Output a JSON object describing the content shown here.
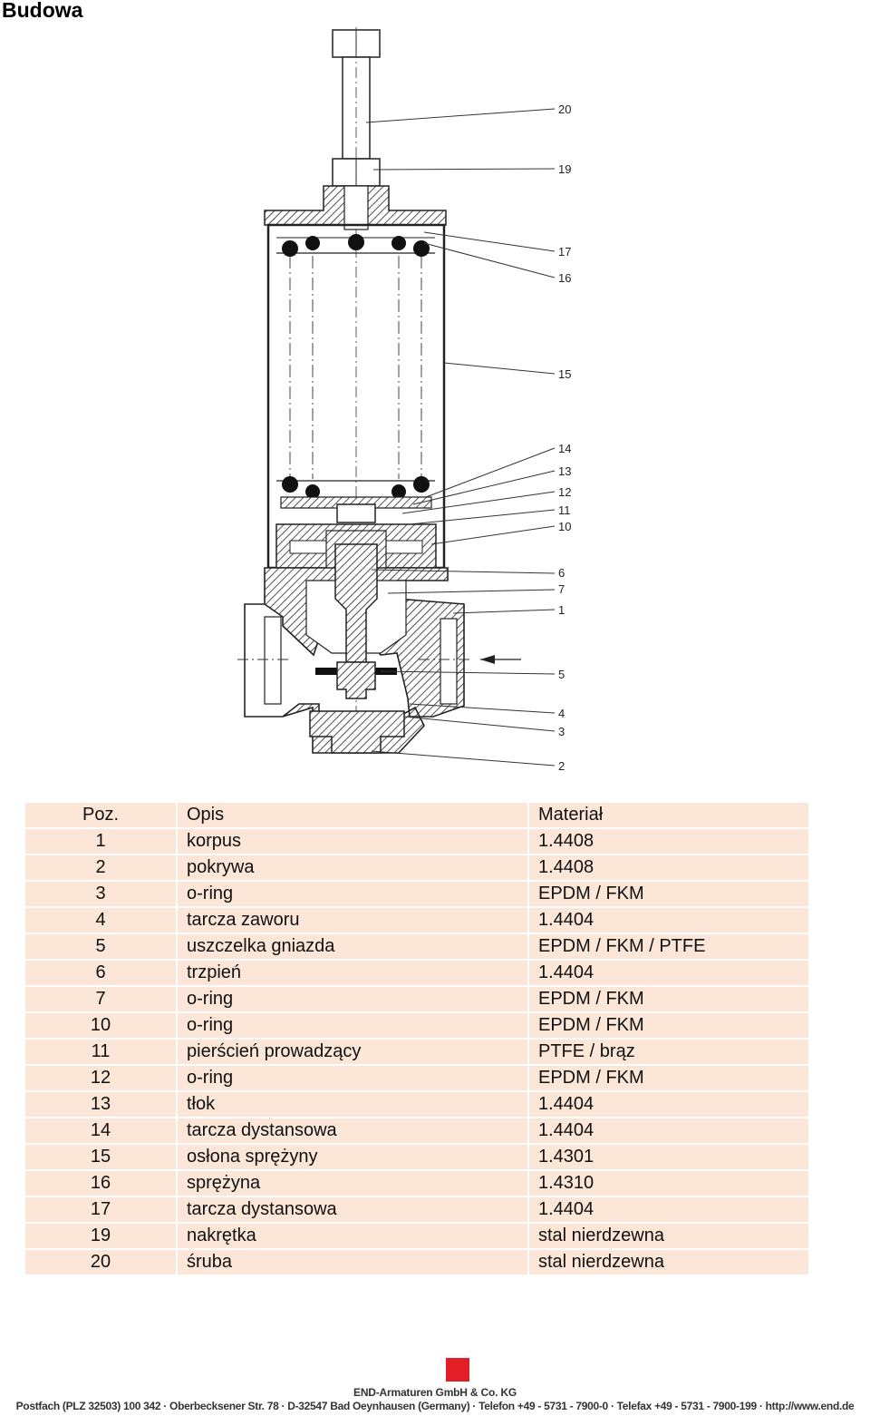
{
  "page_title": "Budowa",
  "drawing": {
    "callouts": [
      "20",
      "19",
      "17",
      "16",
      "15",
      "14",
      "13",
      "12",
      "11",
      "10",
      "6",
      "7",
      "1",
      "5",
      "4",
      "3",
      "2"
    ]
  },
  "table": {
    "headers": [
      "Poz.",
      "Opis",
      "Materiał"
    ],
    "rows": [
      [
        "1",
        "korpus",
        "1.4408"
      ],
      [
        "2",
        "pokrywa",
        "1.4408"
      ],
      [
        "3",
        "o-ring",
        "EPDM / FKM"
      ],
      [
        "4",
        "tarcza zaworu",
        "1.4404"
      ],
      [
        "5",
        "uszczelka gniazda",
        "EPDM / FKM / PTFE"
      ],
      [
        "6",
        "trzpień",
        "1.4404"
      ],
      [
        "7",
        "o-ring",
        "EPDM / FKM"
      ],
      [
        "10",
        "o-ring",
        "EPDM / FKM"
      ],
      [
        "11",
        "pierścień prowadzący",
        "PTFE / brąz"
      ],
      [
        "12",
        "o-ring",
        "EPDM / FKM"
      ],
      [
        "13",
        "tłok",
        "1.4404"
      ],
      [
        "14",
        "tarcza dystansowa",
        "1.4404"
      ],
      [
        "15",
        "osłona sprężyny",
        "1.4301"
      ],
      [
        "16",
        "sprężyna",
        "1.4310"
      ],
      [
        "17",
        "tarcza dystansowa",
        "1.4404"
      ],
      [
        "19",
        "nakrętka",
        "stal nierdzewna"
      ],
      [
        "20",
        "śruba",
        "stal nierdzewna"
      ]
    ]
  },
  "footer": {
    "company": "END-Armaturen GmbH & Co. KG",
    "address": "Postfach (PLZ 32503) 100 342 · Oberbecksener Str. 78 · D-32547 Bad Oeynhausen (Germany) · Telefon +49 - 5731 - 7900-0 · Telefax +49 - 5731 - 7900-199 · http://www.end.de",
    "logo_color": "#e21f26"
  }
}
